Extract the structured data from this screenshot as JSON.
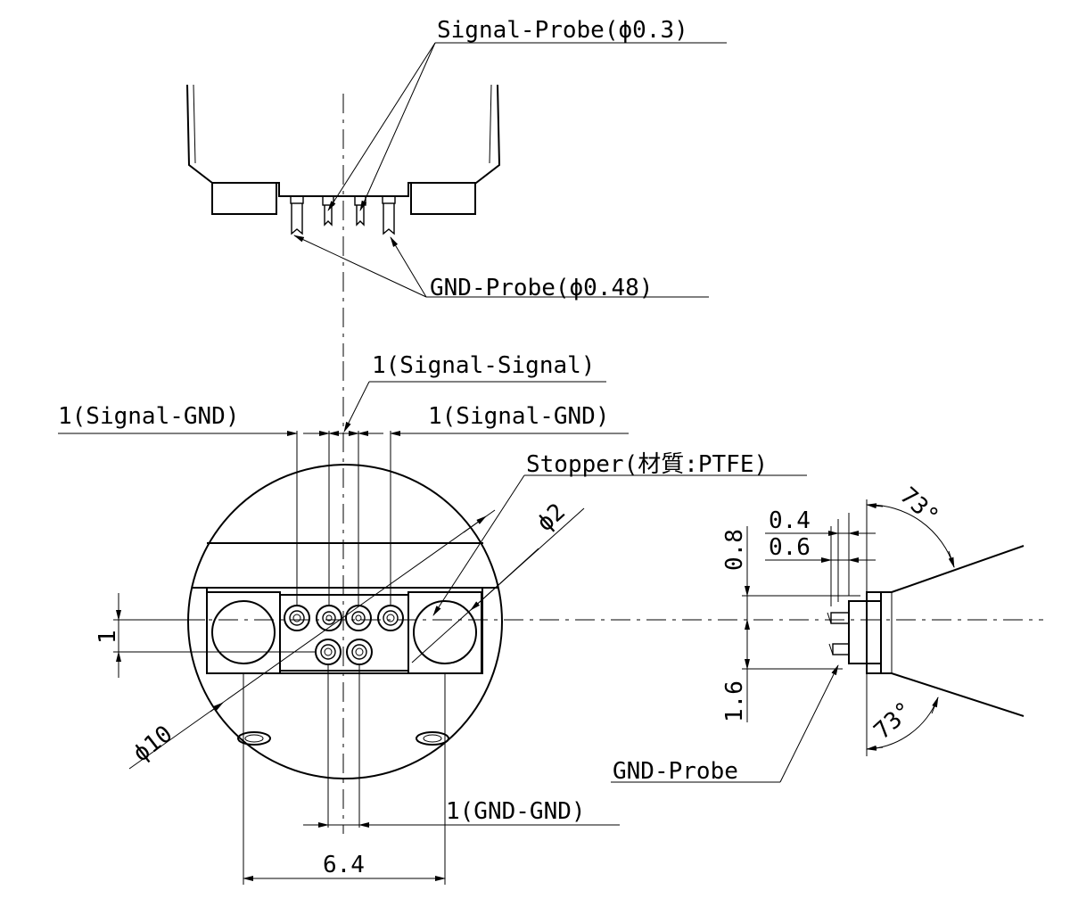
{
  "labels": {
    "signal_probe": "Signal-Probe(ϕ0.3)",
    "gnd_probe_top": "GND-Probe(ϕ0.48)",
    "pitch_signal_signal": "1(Signal-Signal)",
    "pitch_signal_gnd_left": "1(Signal-GND)",
    "pitch_signal_gnd_right": "1(Signal-GND)",
    "stopper": "Stopper(材質:PTFE)",
    "hole_dia": "ϕ2",
    "body_dia": "ϕ10",
    "pitch_vertical": "1",
    "pitch_gnd_gnd": "1(GND-GND)",
    "width_6_4": "6.4",
    "dim_0_4": "0.4",
    "dim_0_6": "0.6",
    "dim_0_8": "0.8",
    "dim_1_6": "1.6",
    "angle_top": "73°",
    "angle_bottom": "73°",
    "gnd_probe_side": "GND-Probe"
  },
  "colors": {
    "line": "#000000",
    "background": "#ffffff"
  }
}
